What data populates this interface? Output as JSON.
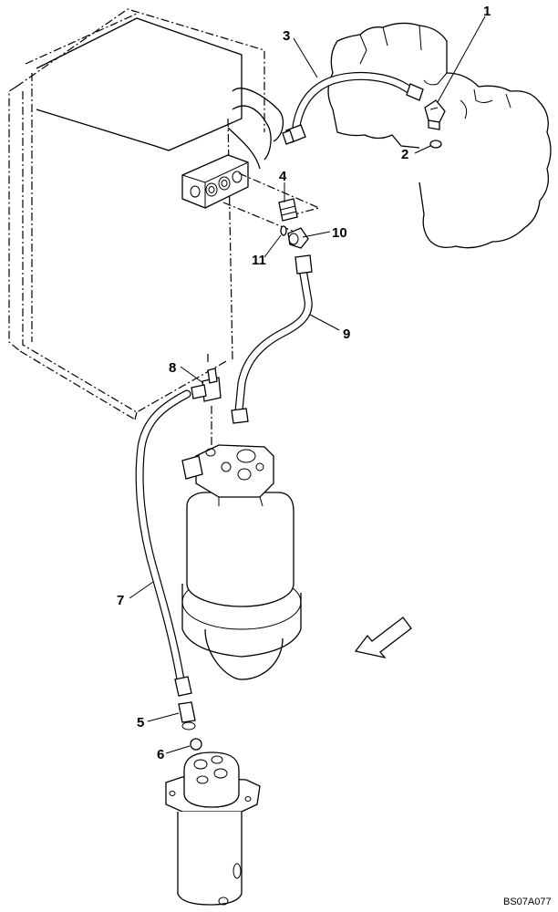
{
  "diagram": {
    "drawing_code": "BS07A077",
    "callouts": [
      {
        "id": "c1",
        "label": "1"
      },
      {
        "id": "c2",
        "label": "2"
      },
      {
        "id": "c3",
        "label": "3"
      },
      {
        "id": "c4",
        "label": "4"
      },
      {
        "id": "c5",
        "label": "5"
      },
      {
        "id": "c6",
        "label": "6"
      },
      {
        "id": "c7",
        "label": "7"
      },
      {
        "id": "c8",
        "label": "8"
      },
      {
        "id": "c9",
        "label": "9"
      },
      {
        "id": "c10",
        "label": "10"
      },
      {
        "id": "c11",
        "label": "11"
      }
    ]
  }
}
